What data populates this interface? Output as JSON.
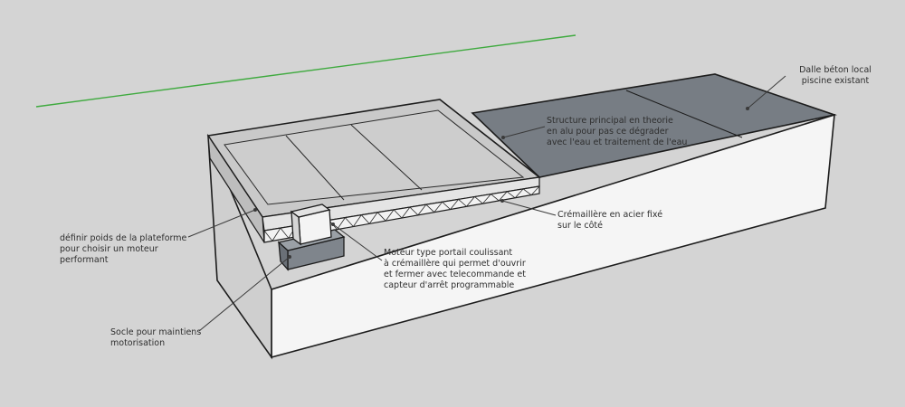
{
  "colors": {
    "background": "#d4d4d4",
    "slab": "#777d84",
    "block_front": "#f5f5f5",
    "block_side": "#cfcfcf",
    "platform_top": "#c9c9c9",
    "motor_base": "#7f858c",
    "horizon_line": "#3faa3f",
    "edge": "#1c1c1c",
    "leader": "#3a3a3a"
  },
  "annotations": [
    {
      "id": "dalle",
      "lines": [
        "Dalle béton local",
        "piscine existant"
      ]
    },
    {
      "id": "structure",
      "lines": [
        "Structure principal en theorie",
        "en alu pour pas ce dégrader",
        "avec l'eau et traitement de l'eau"
      ]
    },
    {
      "id": "cremaillere",
      "lines": [
        "Crémaillère en acier fixé",
        "sur le côté"
      ]
    },
    {
      "id": "moteur",
      "lines": [
        "Moteur type portail coulissant",
        "à crémaillère qui permet d'ouvrir",
        "et fermer avec telecommande et",
        "capteur d'arrêt programmable"
      ]
    },
    {
      "id": "poids",
      "lines": [
        "définir poids de la plateforme",
        "pour choisir un moteur",
        "performant"
      ]
    },
    {
      "id": "socle",
      "lines": [
        "Socle pour maintiens",
        "motorisation"
      ]
    }
  ]
}
